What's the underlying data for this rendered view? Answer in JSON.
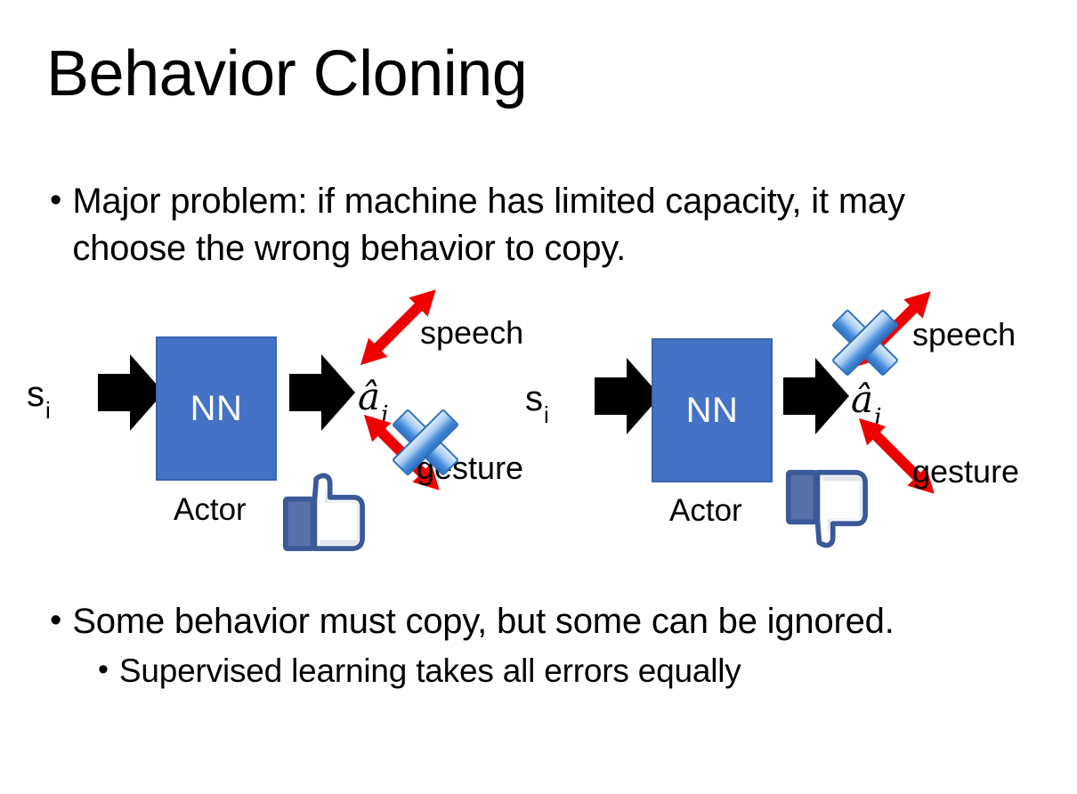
{
  "slide": {
    "title": "Behavior Cloning",
    "background_color": "#FFFFFF",
    "text_color": "#000000"
  },
  "bullets": [
    {
      "level": 1,
      "marker": "•",
      "text": "Major problem: if machine has limited capacity, it may choose the wrong behavior to copy."
    },
    {
      "level": 1,
      "marker": "•",
      "text": "Some behavior must copy, but some can be ignored."
    },
    {
      "level": 2,
      "marker": "•",
      "text": "Supervised learning takes all errors equally"
    }
  ],
  "colors": {
    "nn_box_fill": "#4472C4",
    "nn_box_border": "#3A64B0",
    "arrow_black": "#000000",
    "arrow_red": "#EE0000",
    "cross_blue": "#4A8FDC",
    "thumb_blue": "#3B5998"
  },
  "diagrams": [
    {
      "id": "left",
      "input_label": "s",
      "input_subscript": "i",
      "box_label": "NN",
      "box_caption": "Actor",
      "output_label": "â",
      "output_subscript": "i",
      "branches": [
        {
          "name": "speech",
          "label": "speech",
          "crossed_out": false
        },
        {
          "name": "gesture",
          "label": "gesture",
          "crossed_out": true
        }
      ],
      "verdict_icon": "thumbs-up-icon",
      "verdict": "positive"
    },
    {
      "id": "right",
      "input_label": "s",
      "input_subscript": "i",
      "box_label": "NN",
      "box_caption": "Actor",
      "output_label": "â",
      "output_subscript": "i",
      "branches": [
        {
          "name": "speech",
          "label": "speech",
          "crossed_out": true
        },
        {
          "name": "gesture",
          "label": "gesture",
          "crossed_out": false
        }
      ],
      "verdict_icon": "thumbs-down-icon",
      "verdict": "negative"
    }
  ]
}
